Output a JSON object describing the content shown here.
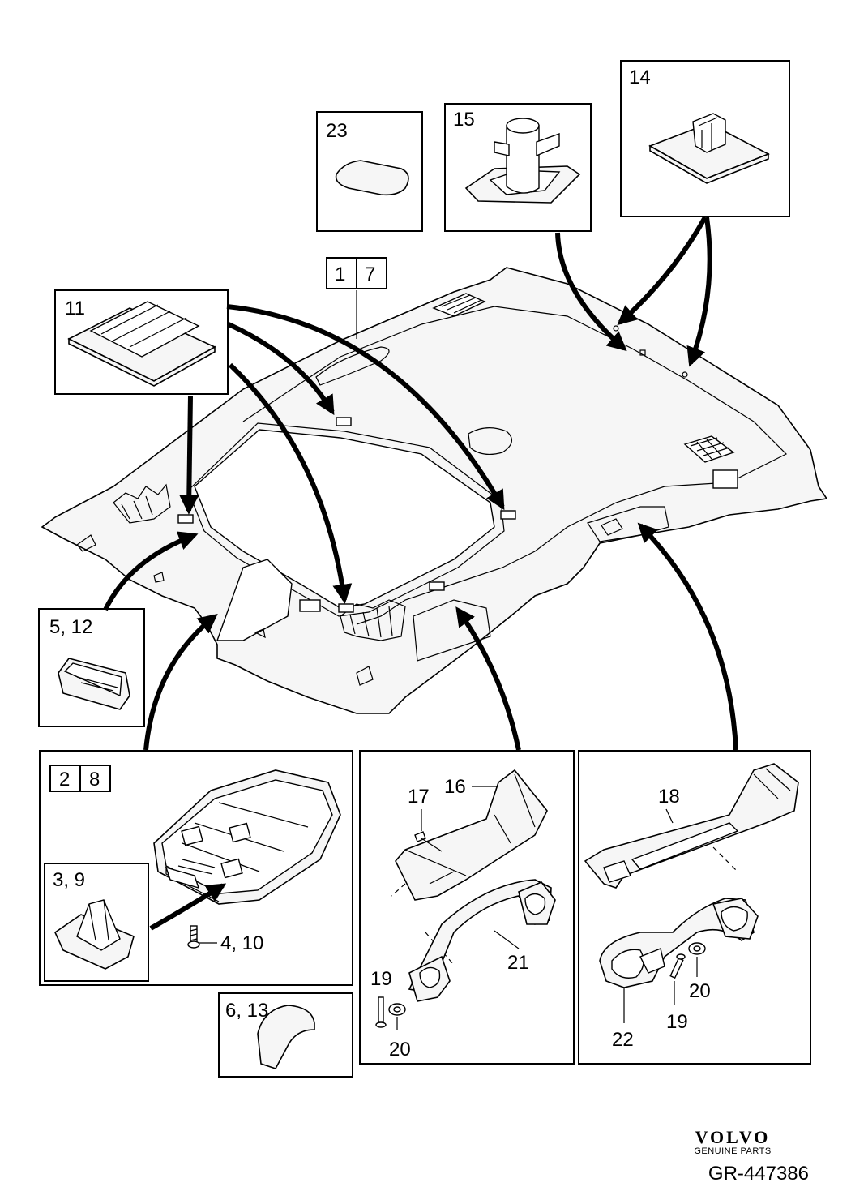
{
  "callouts": {
    "c1": "1",
    "c7": "7",
    "c2": "2",
    "c8": "8",
    "c3_9": "3, 9",
    "c4_10": "4, 10",
    "c5_12": "5, 12",
    "c6_13": "6, 13",
    "c11": "11",
    "c14": "14",
    "c15": "15",
    "c16": "16",
    "c17": "17",
    "c18": "18",
    "c19a": "19",
    "c19b": "19",
    "c20a": "20",
    "c20b": "20",
    "c21": "21",
    "c22": "22",
    "c23": "23"
  },
  "brand": {
    "logo": "VOLVO",
    "tagline": "GENUINE PARTS"
  },
  "reference": "GR-447386"
}
